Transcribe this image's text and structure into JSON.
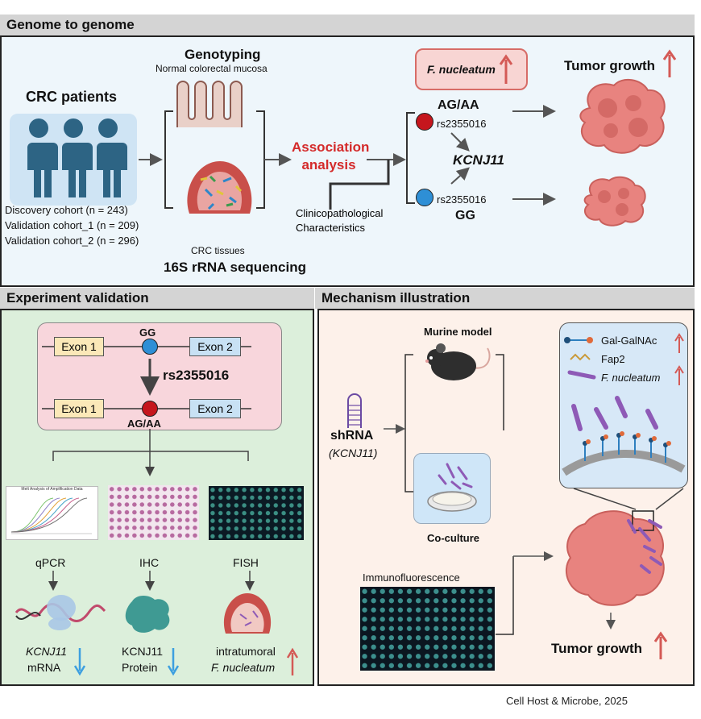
{
  "panels": {
    "top": {
      "title": "Genome to genome",
      "crc_patients": "CRC patients",
      "cohorts": [
        "Discovery cohort (n = 243)",
        "Validation cohort_1 (n = 209)",
        "Validation cohort_2 (n = 296)"
      ],
      "genotyping": "Genotyping",
      "normal_mucosa": "Normal colorectal mucosa",
      "crc_tissues": "CRC tissues",
      "sequencing": "16S rRNA sequencing",
      "association": [
        "Association",
        "analysis"
      ],
      "clinico": [
        "Clinicopathological",
        "Characteristics"
      ],
      "fnuc": "F. nucleatum",
      "ag_aa": "AG/AA",
      "snp": "rs2355016",
      "gene": "KCNJ11",
      "gg": "GG",
      "tumor_growth": "Tumor growth"
    },
    "left": {
      "title": "Experiment validation",
      "exon1": "Exon 1",
      "exon2": "Exon 2",
      "gg": "GG",
      "snp": "rs2355016",
      "ag_aa": "AG/AA",
      "methods": [
        "qPCR",
        "IHC",
        "FISH"
      ],
      "qpcr_title": "Melt Analysis of Amplification Data",
      "results": {
        "mrna_gene": "KCNJ11",
        "mrna": "mRNA",
        "protein_gene": "KCNJ11",
        "protein": "Protein",
        "intratumoral": "intratumoral",
        "fnuc": "F. nucleatum"
      }
    },
    "right": {
      "title": "Mechanism illustration",
      "murine": "Murine model",
      "shrna": "shRNA",
      "shrna_gene": "(KCNJ11)",
      "coculture": "Co-culture",
      "immuno": "Immunofluorescence",
      "legend": [
        "Gal-GalNAc",
        "Fap2",
        "F. nucleatum"
      ],
      "tumor_growth": "Tumor growth"
    }
  },
  "footer": "Cell Host & Microbe, 2025",
  "colors": {
    "red": "#d42a2a",
    "blue": "#2e8fd6",
    "top_bg": "#eef6fb",
    "left_bg": "#dcefdb",
    "right_bg": "#fdf1ea",
    "person": "#2d6484",
    "tumor": "#e8837f"
  }
}
